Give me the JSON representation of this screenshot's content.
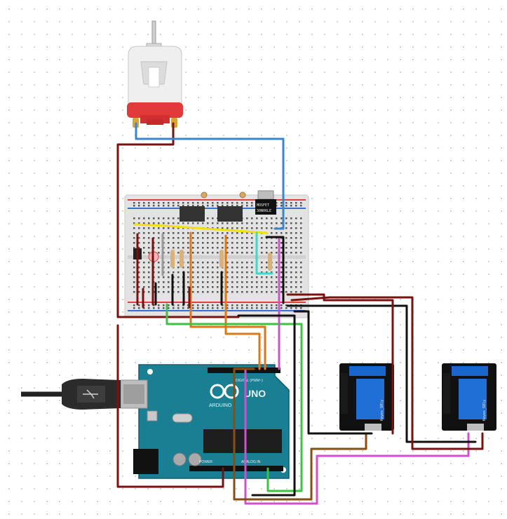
{
  "arduino": {
    "model_label": "UNO",
    "brand_label": "ARDUINO",
    "digital_label": "DIGITAL (PWM~)",
    "analog_label": "ANALOG IN",
    "power_label": "POWER"
  },
  "mosfet": {
    "label": "MOSFET",
    "label2": "30N06LE"
  },
  "relays": [
    {
      "brand_label": "Keyes_SRly"
    },
    {
      "brand_label": "Keyes_SRly"
    }
  ],
  "colors": {
    "wire_dark_red": "#7a1010",
    "wire_black": "#111111",
    "wire_blue": "#3a86d0",
    "wire_yellow": "#f2e011",
    "wire_orange": "#d97a1a",
    "wire_green": "#39c53f",
    "wire_pink": "#d24fcf",
    "wire_brown": "#8a4d12",
    "wire_cyan": "#2ee0d0",
    "arduino_board": "#1a7f92",
    "relay_board": "#111111",
    "relay_blue": "#1f6fd6",
    "motor_red": "#e23a3a"
  }
}
